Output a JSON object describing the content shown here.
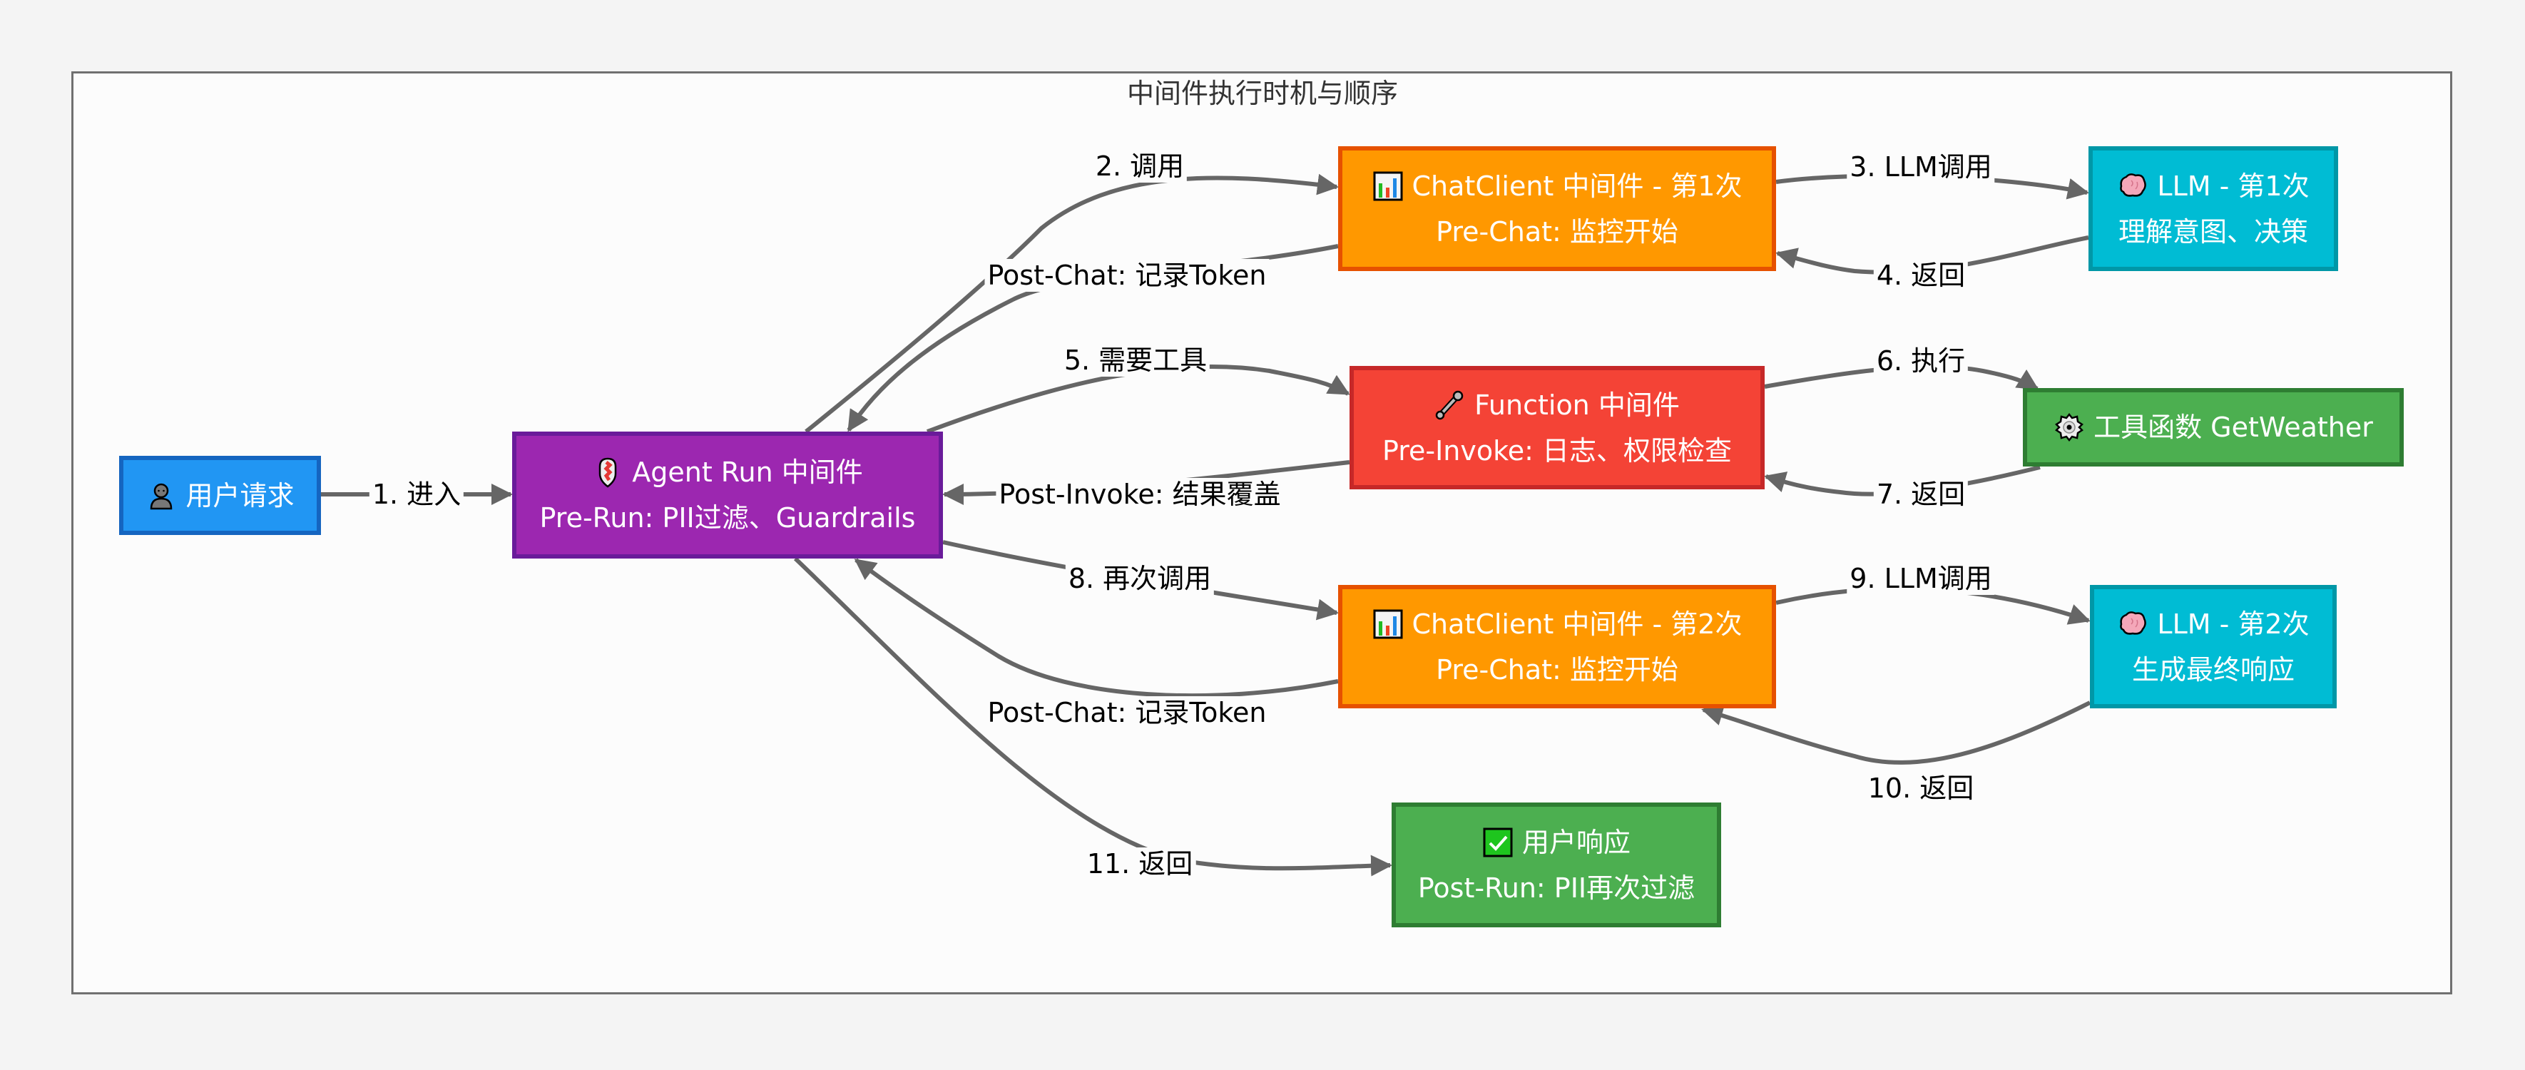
{
  "diagram": {
    "title": "中间件执行时机与顺序",
    "nodes": {
      "user_request": {
        "icon": "person-icon",
        "line1": "用户请求",
        "color": "#2196f3",
        "border": "#1565c0"
      },
      "agent_run": {
        "icon": "shield-icon",
        "line1": "Agent Run 中间件",
        "line2": "Pre-Run: PII过滤、Guardrails",
        "color": "#9c27b0",
        "border": "#6a1b9a"
      },
      "chatclient_1": {
        "icon": "bar-chart-icon",
        "line1": "ChatClient 中间件 - 第1次",
        "line2": "Pre-Chat: 监控开始",
        "color": "#ff9800",
        "border": "#e65100"
      },
      "llm_1": {
        "icon": "brain-icon",
        "line1": "LLM - 第1次",
        "line2": "理解意图、决策",
        "color": "#00bcd4",
        "border": "#0097a7"
      },
      "function": {
        "icon": "wrench-icon",
        "line1": "Function 中间件",
        "line2": "Pre-Invoke: 日志、权限检查",
        "color": "#f44336",
        "border": "#c62828"
      },
      "tool": {
        "icon": "gear-icon",
        "line1": "工具函数 GetWeather",
        "color": "#4caf50",
        "border": "#2e7d32"
      },
      "chatclient_2": {
        "icon": "bar-chart-icon",
        "line1": "ChatClient 中间件 - 第2次",
        "line2": "Pre-Chat: 监控开始",
        "color": "#ff9800",
        "border": "#e65100"
      },
      "llm_2": {
        "icon": "brain-icon",
        "line1": "LLM - 第2次",
        "line2": "生成最终响应",
        "color": "#00bcd4",
        "border": "#0097a7"
      },
      "user_response": {
        "icon": "check-box-icon",
        "line1": "用户响应",
        "line2": "Post-Run: PII再次过滤",
        "color": "#4caf50",
        "border": "#2e7d32"
      }
    },
    "edges": [
      {
        "from": "user_request",
        "to": "agent_run",
        "label": "1. 进入"
      },
      {
        "from": "agent_run",
        "to": "chatclient_1",
        "label": "2. 调用"
      },
      {
        "from": "chatclient_1",
        "to": "llm_1",
        "label": "3. LLM调用"
      },
      {
        "from": "llm_1",
        "to": "chatclient_1",
        "label": "4. 返回"
      },
      {
        "from": "chatclient_1",
        "to": "agent_run",
        "label": "Post-Chat: 记录Token"
      },
      {
        "from": "agent_run",
        "to": "function",
        "label": "5. 需要工具"
      },
      {
        "from": "function",
        "to": "tool",
        "label": "6. 执行"
      },
      {
        "from": "tool",
        "to": "function",
        "label": "7. 返回"
      },
      {
        "from": "function",
        "to": "agent_run",
        "label": "Post-Invoke: 结果覆盖"
      },
      {
        "from": "agent_run",
        "to": "chatclient_2",
        "label": "8. 再次调用"
      },
      {
        "from": "chatclient_2",
        "to": "llm_2",
        "label": "9. LLM调用"
      },
      {
        "from": "llm_2",
        "to": "chatclient_2",
        "label": "10. 返回"
      },
      {
        "from": "chatclient_2",
        "to": "agent_run",
        "label": "Post-Chat: 记录Token"
      },
      {
        "from": "agent_run",
        "to": "user_response",
        "label": "11. 返回"
      }
    ],
    "edge_color": "#666666",
    "label_text_color": "#000000"
  }
}
